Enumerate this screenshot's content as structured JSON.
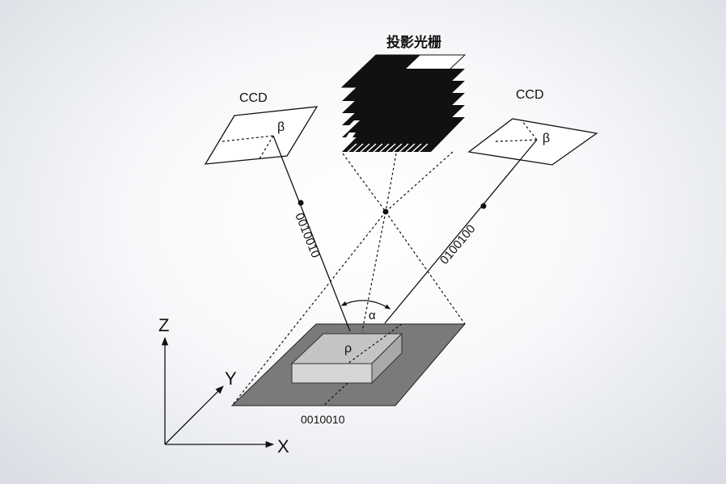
{
  "labels": {
    "projection_grating": "投影光栅",
    "ccd_left": "CCD",
    "ccd_right": "CCD",
    "beta_left": "β",
    "beta_right": "β",
    "alpha": "α",
    "rho": "ρ",
    "code_left": "0010010",
    "code_right": "0100100",
    "code_bottom": "0010010"
  },
  "axes": {
    "x": "X",
    "y": "Y",
    "z": "Z"
  },
  "colors": {
    "platform": "#7a7a7a",
    "box_top": "#c4c4c4",
    "box_front": "#d6d6d6",
    "box_side": "#a9a9a9",
    "stroke": "#111111"
  }
}
